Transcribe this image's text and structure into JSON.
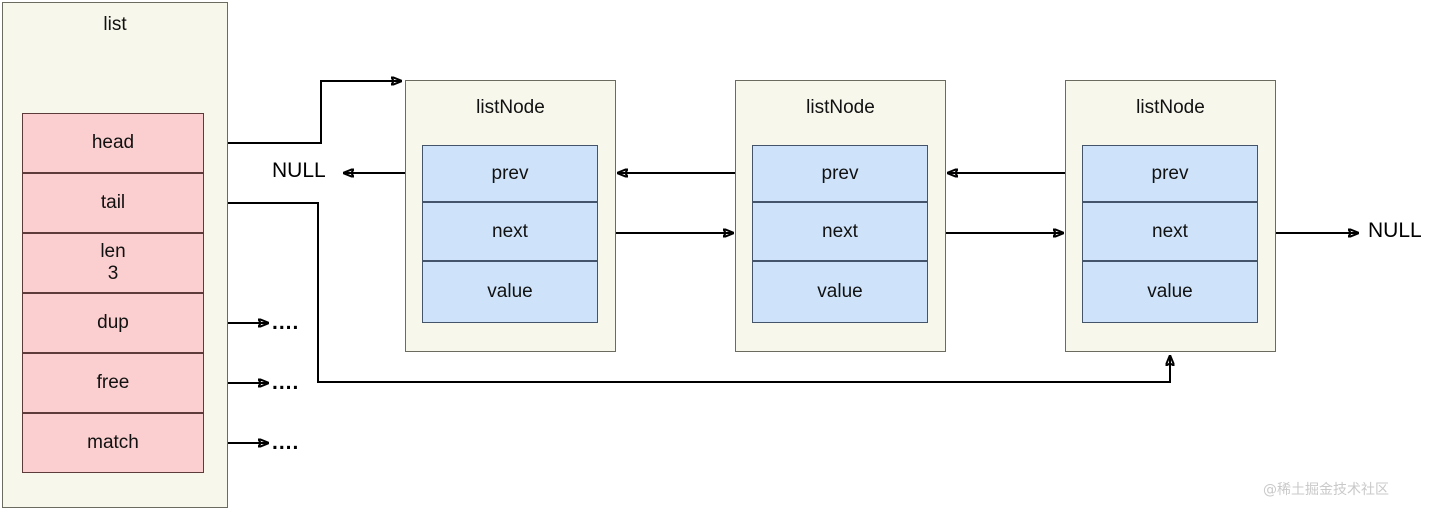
{
  "diagram": {
    "title_list": "list",
    "watermark": "@稀土掘金技术社区",
    "list_fields": [
      {
        "name": "head",
        "label": "head"
      },
      {
        "name": "tail",
        "label": "tail"
      },
      {
        "name": "len",
        "label": "len\n3"
      },
      {
        "name": "dup",
        "label": "dup"
      },
      {
        "name": "free",
        "label": "free"
      },
      {
        "name": "match",
        "label": "match"
      }
    ],
    "nodes": [
      {
        "title": "listNode",
        "fields": [
          {
            "name": "prev",
            "label": "prev"
          },
          {
            "name": "next",
            "label": "next"
          },
          {
            "name": "value",
            "label": "value"
          }
        ]
      },
      {
        "title": "listNode",
        "fields": [
          {
            "name": "prev",
            "label": "prev"
          },
          {
            "name": "next",
            "label": "next"
          },
          {
            "name": "value",
            "label": "value"
          }
        ]
      },
      {
        "title": "listNode",
        "fields": [
          {
            "name": "prev",
            "label": "prev"
          },
          {
            "name": "next",
            "label": "next"
          },
          {
            "name": "value",
            "label": "value"
          }
        ]
      }
    ],
    "null_left": "NULL",
    "null_right": "NULL",
    "dots": [
      "....",
      "....",
      "...."
    ],
    "colors": {
      "struct_fill": "#f7f7ec",
      "struct_border": "#6b6b5f",
      "pink_fill": "#fbcfcf",
      "pink_border": "#5d3b3b",
      "blue_fill": "#cee3fa",
      "blue_border": "#44546a",
      "wire": "#000000",
      "watermark": "#c9c9c9"
    }
  }
}
